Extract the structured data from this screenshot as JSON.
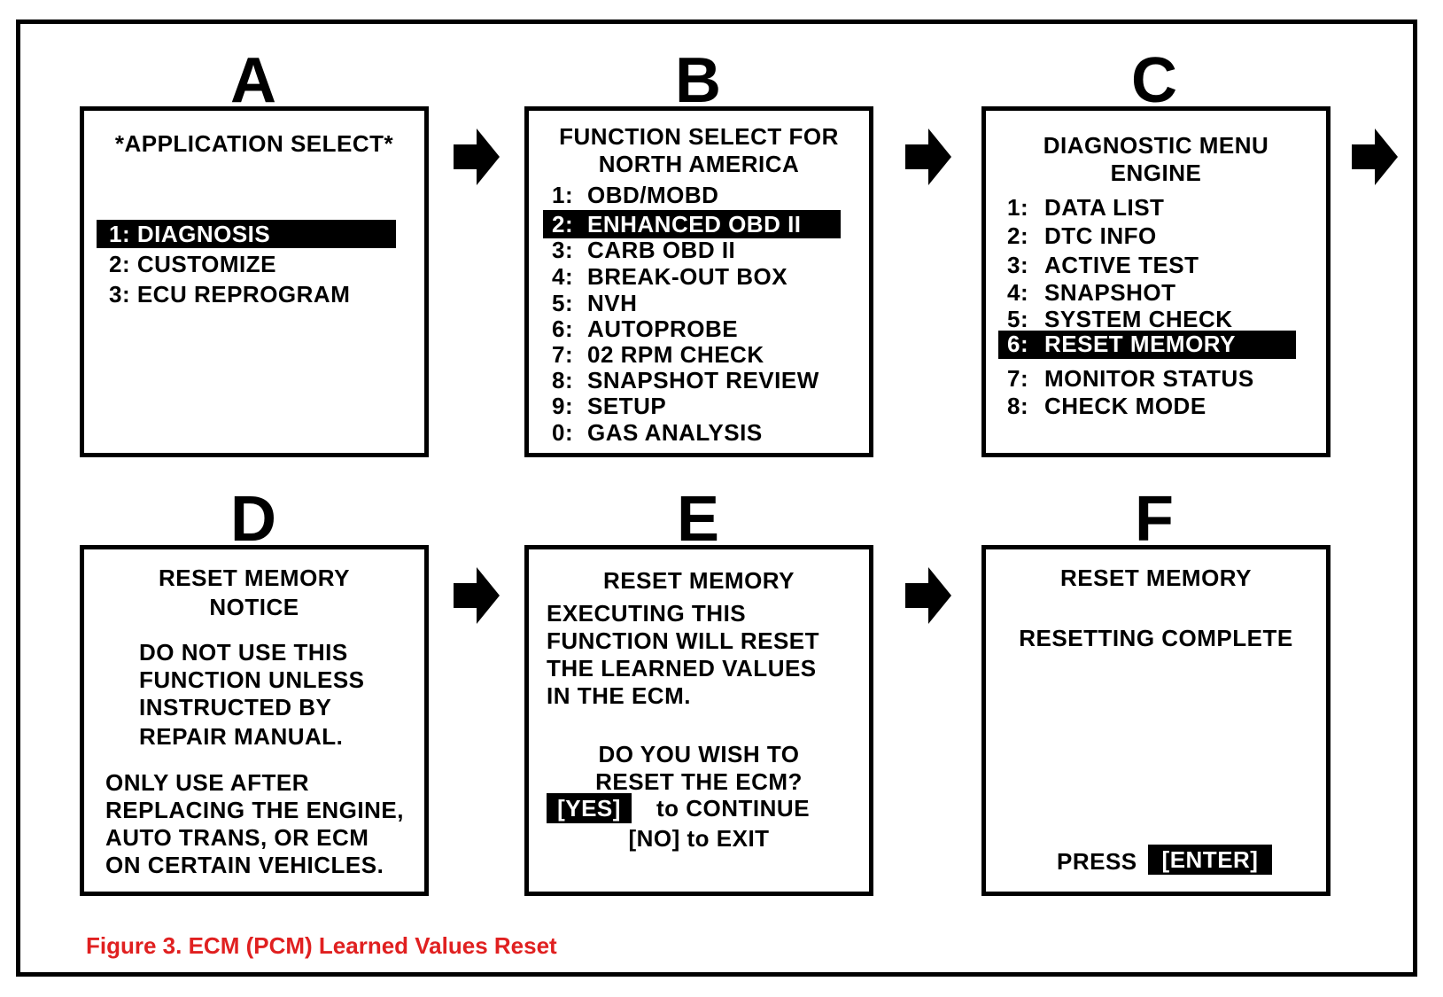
{
  "panels": {
    "a": {
      "letter": "A",
      "title": "*APPLICATION SELECT*",
      "items": [
        "1: DIAGNOSIS",
        "2:  CUSTOMIZE",
        "3:  ECU REPROGRAM"
      ]
    },
    "b": {
      "letter": "B",
      "title_lines": [
        "FUNCTION SELECT FOR",
        "NORTH AMERICA"
      ],
      "items": [
        [
          "1:",
          "OBD/MOBD"
        ],
        [
          "2:",
          "ENHANCED OBD II"
        ],
        [
          "3:",
          "CARB OBD II"
        ],
        [
          "4:",
          "BREAK-OUT BOX"
        ],
        [
          "5:",
          "NVH"
        ],
        [
          "6:",
          "AUTOPROBE"
        ],
        [
          "7:",
          "02 RPM CHECK"
        ],
        [
          "8:",
          "SNAPSHOT REVIEW"
        ],
        [
          "9:",
          "SETUP"
        ],
        [
          "0:",
          "GAS ANALYSIS"
        ]
      ]
    },
    "c": {
      "letter": "C",
      "title_lines": [
        "DIAGNOSTIC MENU",
        "ENGINE"
      ],
      "items": [
        [
          "1:",
          "DATA LIST"
        ],
        [
          "2:",
          "DTC INFO"
        ],
        [
          "3:",
          "ACTIVE TEST"
        ],
        [
          "4:",
          "SNAPSHOT"
        ],
        [
          "5:",
          "SYSTEM CHECK"
        ],
        [
          "6:",
          "RESET MEMORY"
        ],
        [
          "7:",
          "MONITOR STATUS"
        ],
        [
          "8:",
          "CHECK MODE"
        ]
      ]
    },
    "d": {
      "letter": "D",
      "title_lines": [
        "RESET MEMORY",
        "NOTICE"
      ],
      "para1": [
        "DO NOT USE THIS",
        "FUNCTION UNLESS",
        "INSTRUCTED BY",
        "REPAIR MANUAL."
      ],
      "para2": [
        "ONLY USE AFTER",
        "REPLACING THE ENGINE,",
        "AUTO TRANS, OR ECM",
        "ON CERTAIN VEHICLES."
      ]
    },
    "e": {
      "letter": "E",
      "title": "RESET MEMORY",
      "para1": [
        "EXECUTING THIS",
        "FUNCTION WILL RESET",
        "THE LEARNED VALUES",
        "IN THE ECM."
      ],
      "question": [
        "DO YOU WISH TO",
        "RESET THE ECM?"
      ],
      "yes_key": "[YES]",
      "yes_text": "to CONTINUE",
      "no_text": "[NO] to EXIT"
    },
    "f": {
      "letter": "F",
      "title": "RESET MEMORY",
      "status": "RESETTING COMPLETE",
      "press_label": "PRESS",
      "enter_key": "[ENTER]"
    }
  },
  "caption": "Figure 3. ECM (PCM) Learned Values Reset",
  "colors": {
    "caption": "#e02020",
    "highlight": "#000000",
    "border": "#000000"
  },
  "icons": [
    "arrow-right-icon"
  ]
}
